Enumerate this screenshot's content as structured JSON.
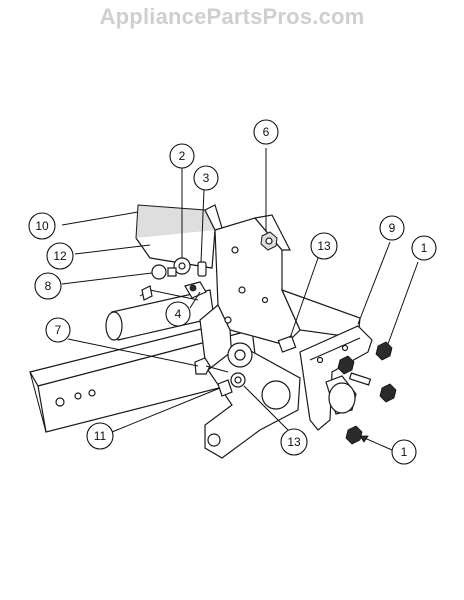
{
  "header": {
    "watermark": "AppliancePartsPros.com"
  },
  "callouts": {
    "c1a": "1",
    "c1b": "1",
    "c2": "2",
    "c3": "3",
    "c4": "4",
    "c6": "6",
    "c7": "7",
    "c8": "8",
    "c9": "9",
    "c10": "10",
    "c11": "11",
    "c12": "12",
    "c13a": "13",
    "c13b": "13"
  }
}
